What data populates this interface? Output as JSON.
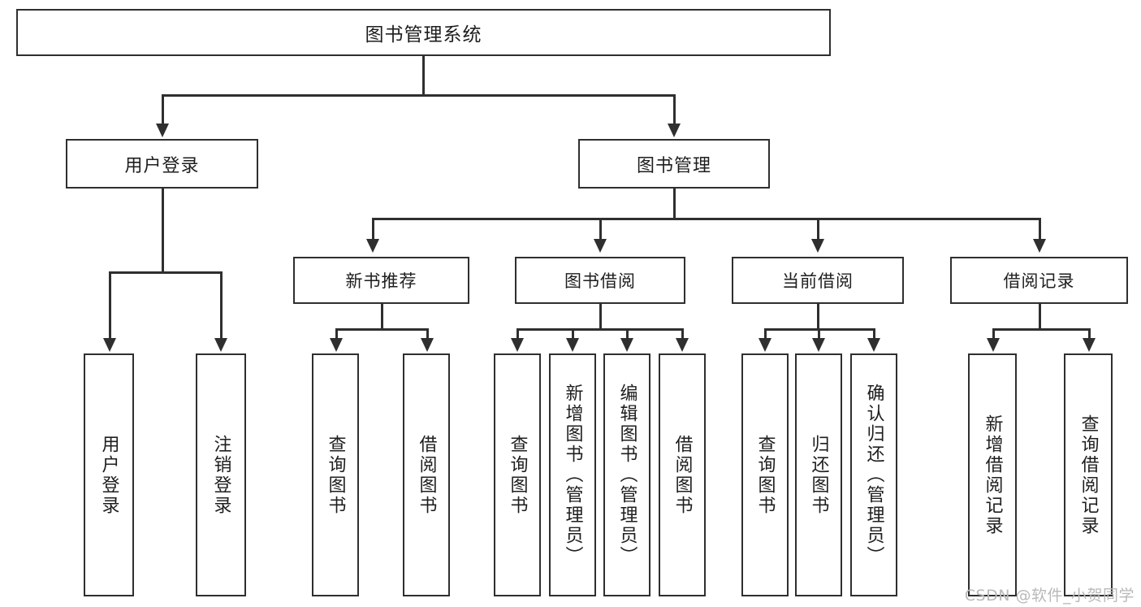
{
  "diagram": {
    "type": "tree-hierarchy",
    "title": "图书管理系统",
    "watermark": "CSDN @软件_小贺同学",
    "colors": {
      "stroke": "#2f2f2f",
      "fill": "#ffffff",
      "text": "#1e1e1e",
      "watermark": "#b9b9b9"
    },
    "root": {
      "label": "图书管理系统"
    },
    "level2": [
      {
        "id": "user-login",
        "label": "用户登录"
      },
      {
        "id": "book-manage",
        "label": "图书管理"
      }
    ],
    "level3": [
      {
        "id": "new-book-recommend",
        "label": "新书推荐"
      },
      {
        "id": "book-borrow",
        "label": "图书借阅"
      },
      {
        "id": "current-borrow",
        "label": "当前借阅"
      },
      {
        "id": "borrow-record",
        "label": "借阅记录"
      }
    ],
    "leaves": {
      "user_login": [
        {
          "id": "leaf-user-login",
          "label": "用户登录"
        },
        {
          "id": "leaf-logout-login",
          "label": "注销登录"
        }
      ],
      "new_book_recommend": [
        {
          "id": "leaf-query-book-1",
          "label": "查询图书"
        },
        {
          "id": "leaf-borrow-book-1",
          "label": "借阅图书"
        }
      ],
      "book_borrow": [
        {
          "id": "leaf-query-book-2",
          "label": "查询图书"
        },
        {
          "id": "leaf-add-book",
          "label": "新增图书（管理员）"
        },
        {
          "id": "leaf-edit-book",
          "label": "编辑图书（管理员）"
        },
        {
          "id": "leaf-borrow-book-2",
          "label": "借阅图书"
        }
      ],
      "current_borrow": [
        {
          "id": "leaf-query-book-3",
          "label": "查询图书"
        },
        {
          "id": "leaf-return-book",
          "label": "归还图书"
        },
        {
          "id": "leaf-confirm-return",
          "label": "确认归还（管理员）"
        }
      ],
      "borrow_record": [
        {
          "id": "leaf-add-record",
          "label": "新增借阅记录"
        },
        {
          "id": "leaf-query-record",
          "label": "查询借阅记录"
        }
      ]
    }
  }
}
